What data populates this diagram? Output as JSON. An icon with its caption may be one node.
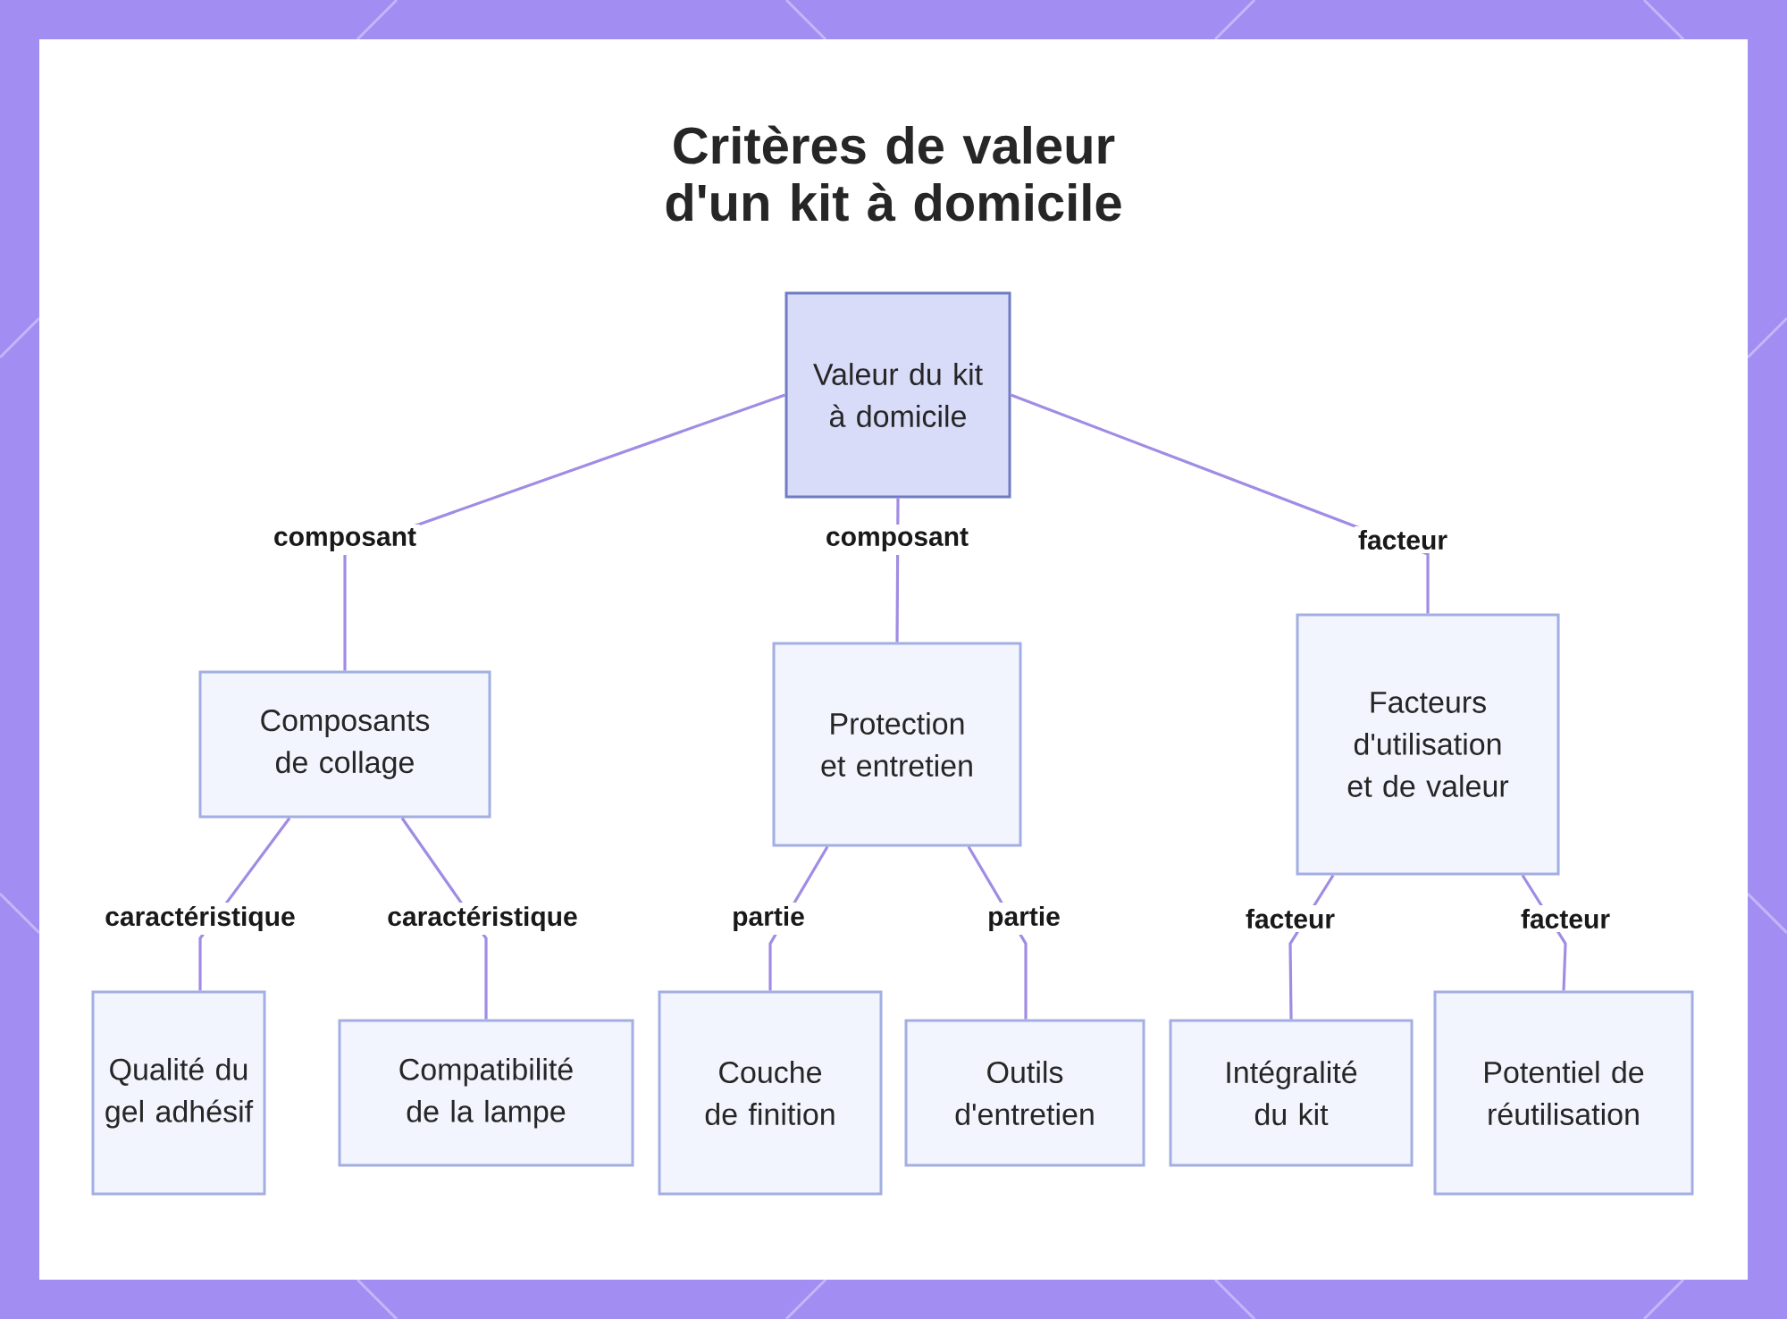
{
  "diagram": {
    "title": "Critères de valeur d'un kit à domicile",
    "nodes": [
      {
        "text": [
          "Valeur du kit à domicile"
        ]
      },
      {
        "text": [
          "Composants de collage"
        ]
      },
      {
        "text": [
          "Protection et entretien"
        ]
      },
      {
        "text": [
          "Facteurs d'utilisation et de valeur"
        ]
      },
      {
        "text": [
          "Qualité du gel adhésif"
        ]
      },
      {
        "text": [
          "Compatibilité de la lampe"
        ]
      },
      {
        "text": [
          "Couche de finition"
        ]
      },
      {
        "text": [
          "Outils d'entretien"
        ]
      },
      {
        "text": [
          "Intégralité du kit"
        ]
      },
      {
        "text": [
          "Potentiel de réutilisation"
        ]
      }
    ],
    "edges": [
      {
        "from": 0,
        "to": 1,
        "arrow": "none",
        "label": "composant"
      },
      {
        "from": 0,
        "to": 2,
        "arrow": "none",
        "label": "composant"
      },
      {
        "from": 0,
        "to": 3,
        "arrow": "none",
        "label": "facteur"
      },
      {
        "from": 1,
        "to": 4,
        "arrow": "none",
        "label": "caractéristique"
      },
      {
        "from": 1,
        "to": 5,
        "arrow": "none",
        "label": "caractéristique"
      },
      {
        "from": 2,
        "to": 6,
        "arrow": "none",
        "label": "partie"
      },
      {
        "from": 2,
        "to": 7,
        "arrow": "none",
        "label": "partie"
      },
      {
        "from": 3,
        "to": 8,
        "arrow": "none",
        "label": "facteur"
      },
      {
        "from": 3,
        "to": 9,
        "arrow": "none",
        "label": "facteur"
      }
    ]
  }
}
